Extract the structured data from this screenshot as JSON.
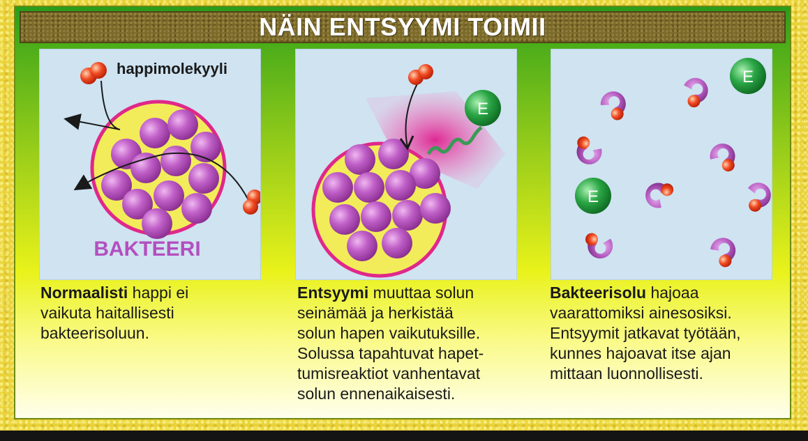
{
  "title": "NÄIN ENTSYYMI TOIMII",
  "panels": [
    {
      "label_molecule": "happimolekyyli",
      "label_cell": "BAKTEERI",
      "caption_bold": "Normaalisti",
      "caption_lines": [
        " happi ei",
        "vaikuta haitallisesti",
        "bakteerisoluun."
      ]
    },
    {
      "enzyme_letter": "E",
      "caption_bold": "Entsyymi",
      "caption_lines": [
        " muuttaa solun",
        "seinämää ja herkistää",
        "solun hapen vaikutuksille.",
        "Solussa tapahtuvat hapet-",
        "tumisreaktiot vanhentavat",
        "solun ennenaikaisesti."
      ]
    },
    {
      "enzyme_letter": "E",
      "caption_bold": "Bakteerisolu",
      "caption_lines": [
        " hajoaa",
        "vaarattomiksi ainesosiksi.",
        "Entsyymit jatkavat työtään,",
        "kunnes hajoavat itse ajan",
        "mittaan luonnollisesti."
      ]
    }
  ],
  "colors": {
    "cell_membrane": "#e0288a",
    "cell_fill": "#f3ec5a",
    "sphere": "#b04bb8",
    "oxygen": "#f03a1a",
    "enzyme": "#1f9a3a",
    "fragment": "#b65cc1",
    "label_cell": "#b34fbf"
  }
}
